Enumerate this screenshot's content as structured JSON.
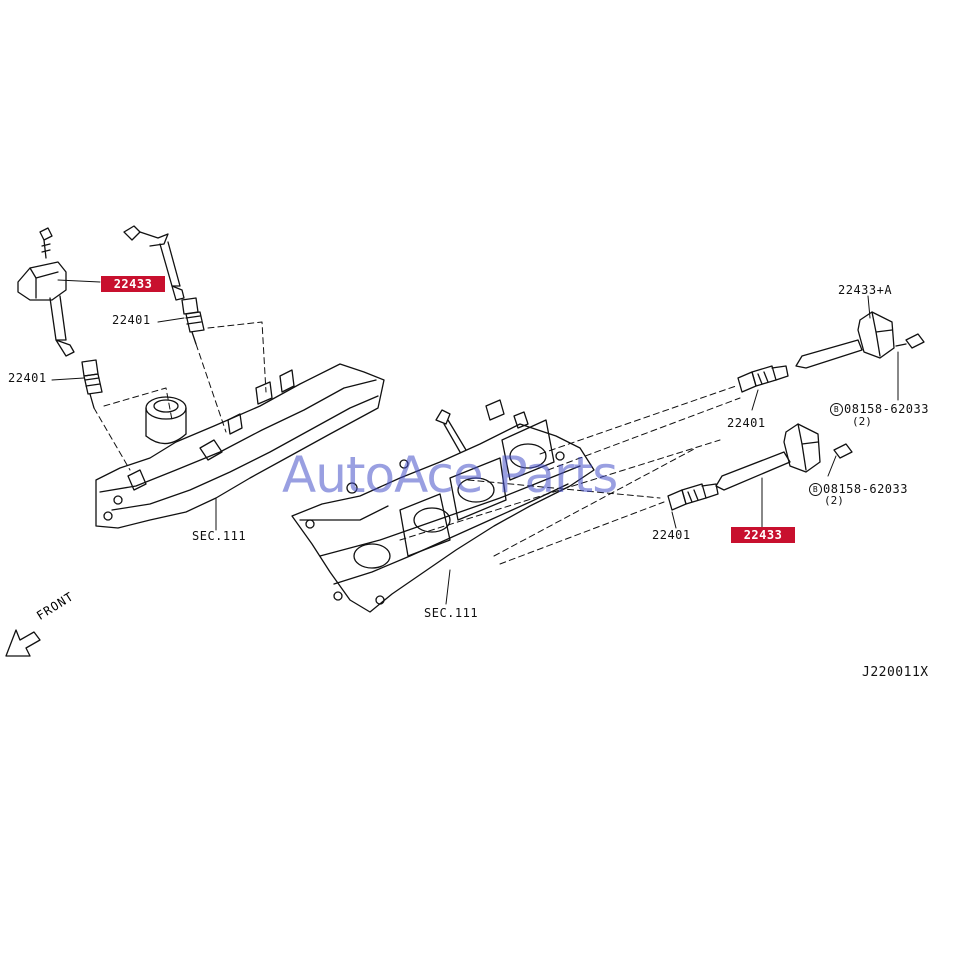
{
  "labels": {
    "coil_left": "22433",
    "plug_left_upper": "22401",
    "plug_left_lower": "22401",
    "sec_left": "SEC.111",
    "coil_right_a": "22433+A",
    "bolt_right_1": "08158-62033",
    "bolt_right_1_qty": "(2)",
    "plug_right_upper": "22401",
    "bolt_right_2": "08158-62033",
    "bolt_right_2_qty": "(2)",
    "plug_right_lower": "22401",
    "coil_right": "22433",
    "sec_right": "SEC.111",
    "bolt_marker": "B",
    "front": "FRONT",
    "diagram_code": "J220011X"
  },
  "watermark": "AutoAce Parts",
  "colors": {
    "highlight": "#c8102e",
    "line": "#111111",
    "watermark": "#4650c8"
  }
}
